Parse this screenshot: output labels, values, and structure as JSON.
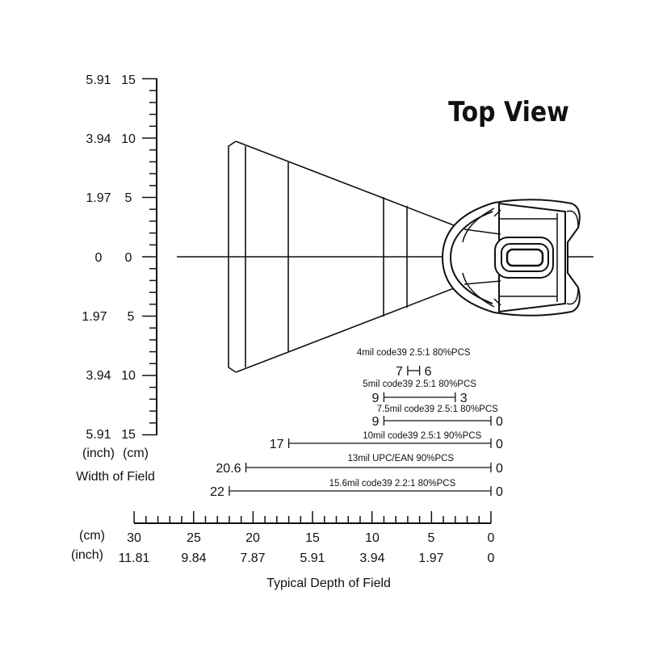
{
  "title": "Top View",
  "width_axis": {
    "inch_labels_top": [
      "5.91",
      "3.94",
      "1.97",
      "0"
    ],
    "cm_labels_top": [
      "15",
      "10",
      "5",
      "0"
    ],
    "inch_labels_bottom": [
      "1.97",
      "3.94",
      "5.91"
    ],
    "cm_labels_bottom": [
      "5",
      "10",
      "15"
    ],
    "unit_inch": "(inch)",
    "unit_cm": "(cm)",
    "caption": "Width of Field"
  },
  "depth_axis": {
    "unit_cm": "(cm)",
    "unit_inch": "(inch)",
    "cm_labels": [
      "30",
      "25",
      "20",
      "15",
      "10",
      "5",
      "0"
    ],
    "inch_labels": [
      "11.81",
      "9.84",
      "7.87",
      "5.91",
      "3.94",
      "1.97",
      "0"
    ],
    "caption": "Typical Depth of Field"
  },
  "ranges": [
    {
      "label": "4mil code39 2.5:1 80%PCS",
      "far": 7,
      "near": 6,
      "far_text": "7",
      "near_text": "6"
    },
    {
      "label": "5mil code39 2.5:1 80%PCS",
      "far": 9,
      "near": 3,
      "far_text": "9",
      "near_text": "3"
    },
    {
      "label": "7.5mil code39 2.5:1 80%PCS",
      "far": 9,
      "near": 0,
      "far_text": "9",
      "near_text": "0"
    },
    {
      "label": "10mil code39 2.5:1 90%PCS",
      "far": 17,
      "near": 0,
      "far_text": "17",
      "near_text": "0"
    },
    {
      "label": "13mil UPC/EAN 90%PCS",
      "far": 20.6,
      "near": 0,
      "far_text": "20.6",
      "near_text": "0"
    },
    {
      "label": "15.6mil code39 2.2:1 80%PCS",
      "far": 22,
      "near": 0,
      "far_text": "22",
      "near_text": "0"
    }
  ],
  "colors": {
    "ink": "#111111",
    "background": "#ffffff",
    "scanner_fill": "#ffffff"
  }
}
